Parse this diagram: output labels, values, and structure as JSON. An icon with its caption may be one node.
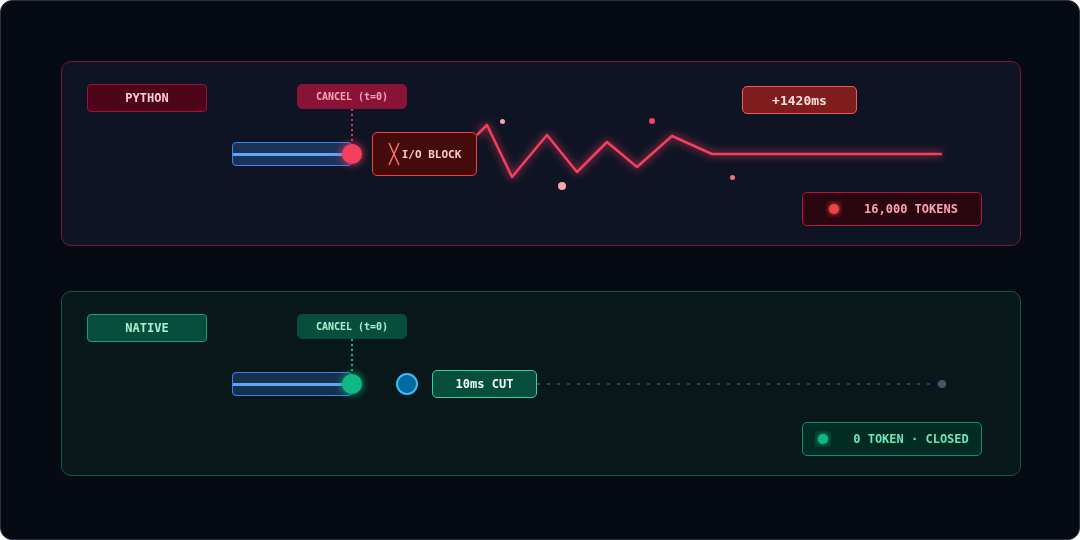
{
  "diagram": {
    "nodes": [
      {
        "text": [
          "PYTHON"
        ]
      },
      {
        "text": [
          "CANCEL (t=0)"
        ],
        "in": 0
      },
      {
        "text": [],
        "shape": "bar",
        "in": 0
      },
      {
        "text": [],
        "shape": "circle",
        "in": 0
      },
      {
        "text": [
          "I/O BLOCK"
        ],
        "in": 0
      },
      {
        "text": [
          "+1420ms"
        ],
        "in": 0
      },
      {
        "text": [
          "16,000 TOKENS"
        ],
        "in": 0
      },
      {
        "text": [
          "NATIVE"
        ]
      },
      {
        "text": [
          "CANCEL (t=0)"
        ],
        "in": 7
      },
      {
        "text": [],
        "shape": "bar",
        "in": 7
      },
      {
        "text": [],
        "shape": "circle",
        "in": 7
      },
      {
        "text": [],
        "shape": "circle",
        "in": 7
      },
      {
        "text": [
          "10ms CUT"
        ],
        "in": 7
      },
      {
        "text": [
          "0 TOKEN · CLOSED"
        ],
        "in": 7
      }
    ],
    "edges": [
      {
        "from": 1,
        "to": 3,
        "arrow": "none",
        "style": "dashed",
        "color": "#e0315a"
      },
      {
        "from": 4,
        "to": null,
        "arrow": "none",
        "color": "#f43f5e"
      },
      {
        "from": 8,
        "to": 10,
        "arrow": "none",
        "style": "dashed",
        "color": "#10b981"
      },
      {
        "from": 12,
        "to": null,
        "arrow": "other",
        "style": "dashed",
        "color": "#334155"
      }
    ]
  }
}
